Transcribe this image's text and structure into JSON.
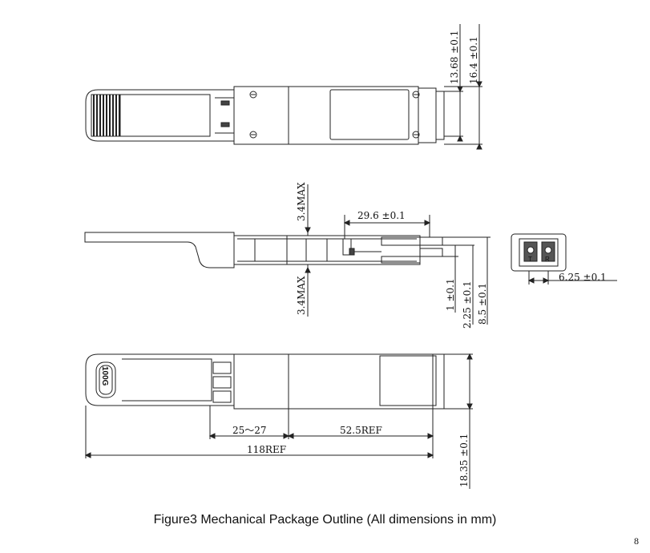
{
  "figure": {
    "caption": "Figure3 Mechanical Package Outline (All dimensions in mm)",
    "page_number": "8"
  },
  "top_view": {
    "dims": {
      "height_inner": "13.68 ±0.1",
      "height_outer": "16.4 ±0.1"
    }
  },
  "side_view": {
    "dims": {
      "top_max": "3.4MAX",
      "bottom_max": "3.4MAX",
      "length_29": "29.6 ±0.1",
      "d_1": "1 ±0.1",
      "d_2_25": "2.25 ±0.1",
      "d_8_5": "8.5 ±0.1"
    }
  },
  "end_view": {
    "dims": {
      "width": "6.25 ±0.1"
    },
    "labels": {
      "t": "T",
      "r": "R"
    }
  },
  "bottom_view": {
    "badge": "100G",
    "dims": {
      "span_25_27": "25～27",
      "span_52_5": "52.5REF",
      "overall": "118REF",
      "height": "18.35 ±0.1"
    }
  }
}
